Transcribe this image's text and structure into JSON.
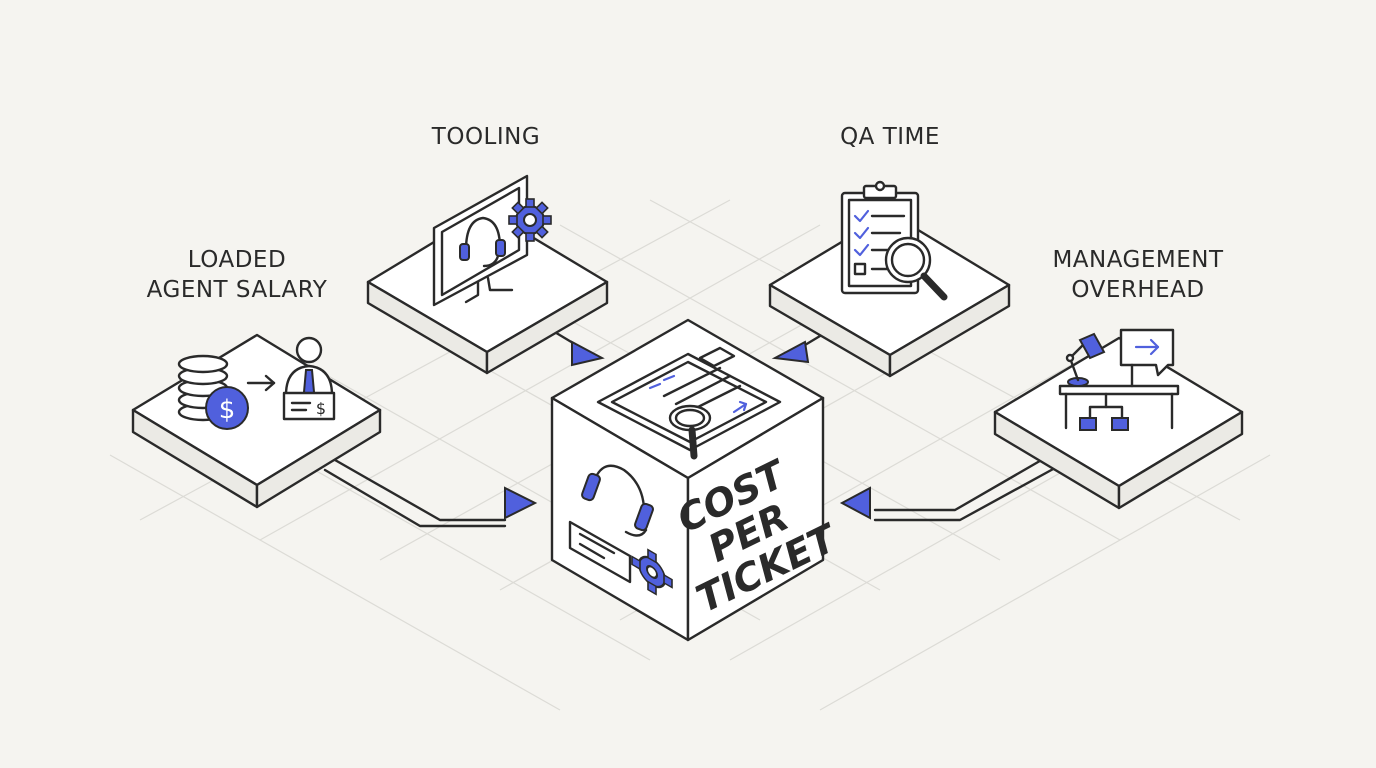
{
  "diagram": {
    "center": {
      "lines": [
        "COST",
        "PER",
        "TICKET"
      ]
    },
    "inputs": [
      {
        "id": "loaded-agent-salary",
        "lines": [
          "LOADED",
          "AGENT SALARY"
        ]
      },
      {
        "id": "tooling",
        "lines": [
          "TOOLING"
        ]
      },
      {
        "id": "qa-time",
        "lines": [
          "QA TIME"
        ]
      },
      {
        "id": "management-overhead",
        "lines": [
          "MANAGEMENT",
          "OVERHEAD"
        ]
      }
    ],
    "icons": {
      "salary": [
        "coin-stack-icon",
        "dollar-icon",
        "agent-icon",
        "paycheck-icon"
      ],
      "tooling": [
        "monitor-icon",
        "headset-icon",
        "gear-icon"
      ],
      "qa": [
        "clipboard-checklist-icon",
        "magnifier-icon"
      ],
      "management": [
        "desk-lamp-icon",
        "desk-icon",
        "chat-bubble-icon",
        "org-chart-icon"
      ],
      "cube": [
        "clipboard-icon",
        "magnifier-icon",
        "headset-icon",
        "ticket-icon",
        "gear-icon"
      ]
    },
    "colors": {
      "accent": "#5060dd",
      "stroke": "#2a2a2a",
      "background": "#f5f4f0"
    }
  }
}
